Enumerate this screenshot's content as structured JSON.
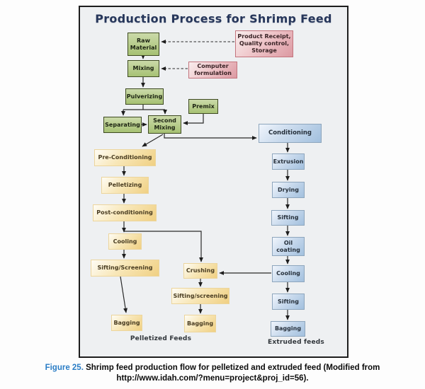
{
  "title": "Production Process for Shrimp Feed",
  "nodes": {
    "raw_material": "Raw\nMaterial",
    "mixing": "Mixing",
    "pulverizing": "Pulverizing",
    "premix": "Premix",
    "separating": "Separating",
    "second_mixing": "Second\nMixing",
    "product_receipt": "Product Receipt,\nQuality control,\nStorage",
    "computer_formulation": "Computer\nformulation",
    "pre_conditioning": "Pre-Conditioning",
    "pelletizing": "Pelletizing",
    "post_conditioning": "Post-conditioning",
    "cooling_left": "Cooling",
    "sifting_screening_left": "Sifting/Screening",
    "bagging_left": "Bagging",
    "crushing": "Crushing",
    "sifting_screening_mid": "Sifting/screening",
    "bagging_mid": "Bagging",
    "conditioning": "Conditioning",
    "extrusion": "Extrusion",
    "drying": "Drying",
    "sifting_right_1": "Sifting",
    "oil_coating": "Oil\ncoating",
    "cooling_right": "Cooling",
    "sifting_right_2": "Sifting",
    "bagging_right": "Bagging"
  },
  "branch_labels": {
    "pelletized": "Pelletized Feeds",
    "extruded": "Extruded feeds"
  },
  "caption": {
    "figure_label": "Figure 25.",
    "text": " Shrimp feed production flow for pelletized and extruded feed (Modified from http://www.idah.com/?menu=project&proj_id=56)."
  },
  "colors": {
    "title": "#26365a",
    "figure_background": "#eef0f2",
    "green_box": "#a6c173",
    "pink_box": "#dc99a2",
    "blue_box": "#a2c0de",
    "yellow_box": "#f0d083",
    "caption_label": "#2a7dc6",
    "arrow": "#2a2a2a"
  }
}
